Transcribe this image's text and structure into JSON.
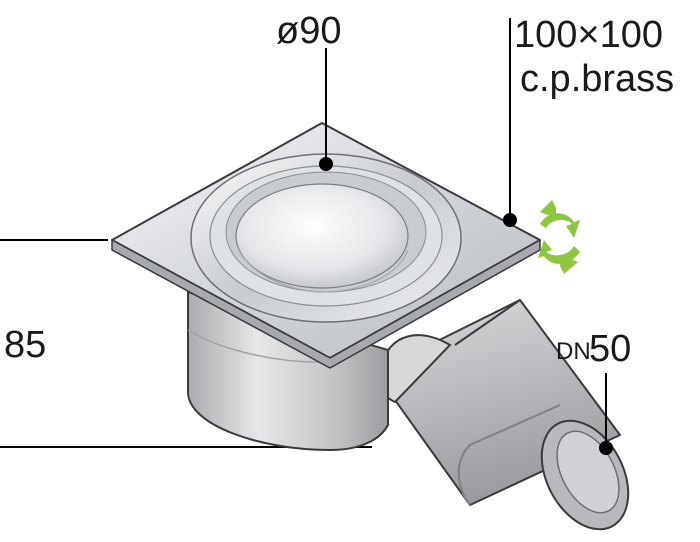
{
  "labels": {
    "diameter": "ø90",
    "size": "100×100",
    "material": "c.p.brass",
    "height": "85",
    "dn_prefix": "DN",
    "dn_value": "50"
  },
  "colors": {
    "text": "#1a1a1a",
    "leader": "#000000",
    "rotate_arrow": "#8dc63f",
    "steel_light": "#f2f3f5",
    "steel_mid": "#cdd0d4",
    "steel_dark": "#8f9398",
    "body_grey": "#c8c9cb"
  },
  "icons": {
    "rotate": "rotate-arrows-icon"
  }
}
